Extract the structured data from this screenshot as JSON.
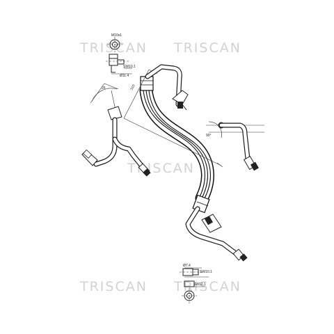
{
  "watermark": {
    "brand": "TRISCAN"
  },
  "dimensions": {
    "top_thread": "M10x1",
    "top_hex_a": "SW10.1",
    "top_hex_b": "Ø11.4",
    "hose_length": "310",
    "bottom_thread": "Ø7.4",
    "bottom_hex_a": "SW10.1",
    "bottom_hex_b": "SW12.1"
  }
}
